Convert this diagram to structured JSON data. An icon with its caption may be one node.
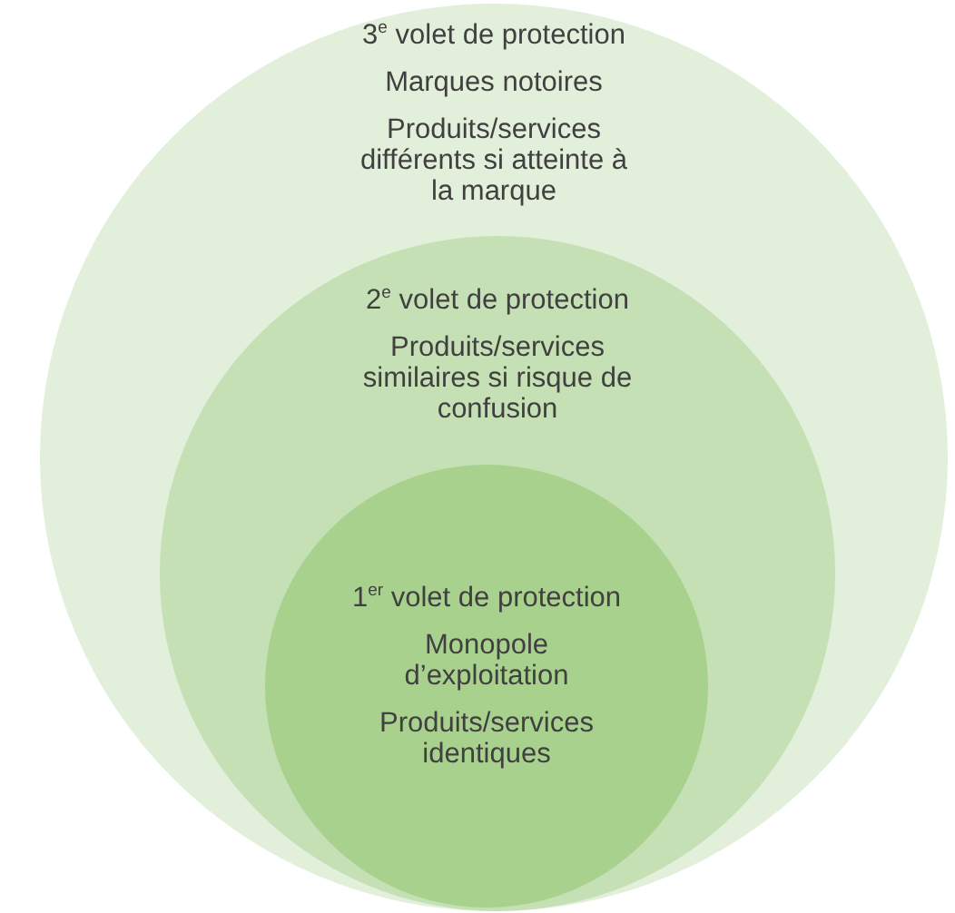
{
  "diagram": {
    "nodes": [
      {
        "text": [
          "3$^{e}$ volet de protection",
          "Marques notoires",
          "Produits/services différents si atteinte à la marque"
        ]
      },
      {
        "text": [
          "2$^{e}$ volet de protection",
          "Produits/services similaires si risque de confusion"
        ],
        "in": 0
      },
      {
        "text": [
          "1$^{er}$ volet de protection",
          "Monopole d’exploitation",
          "Produits/services identiques"
        ],
        "in": 1
      }
    ]
  }
}
